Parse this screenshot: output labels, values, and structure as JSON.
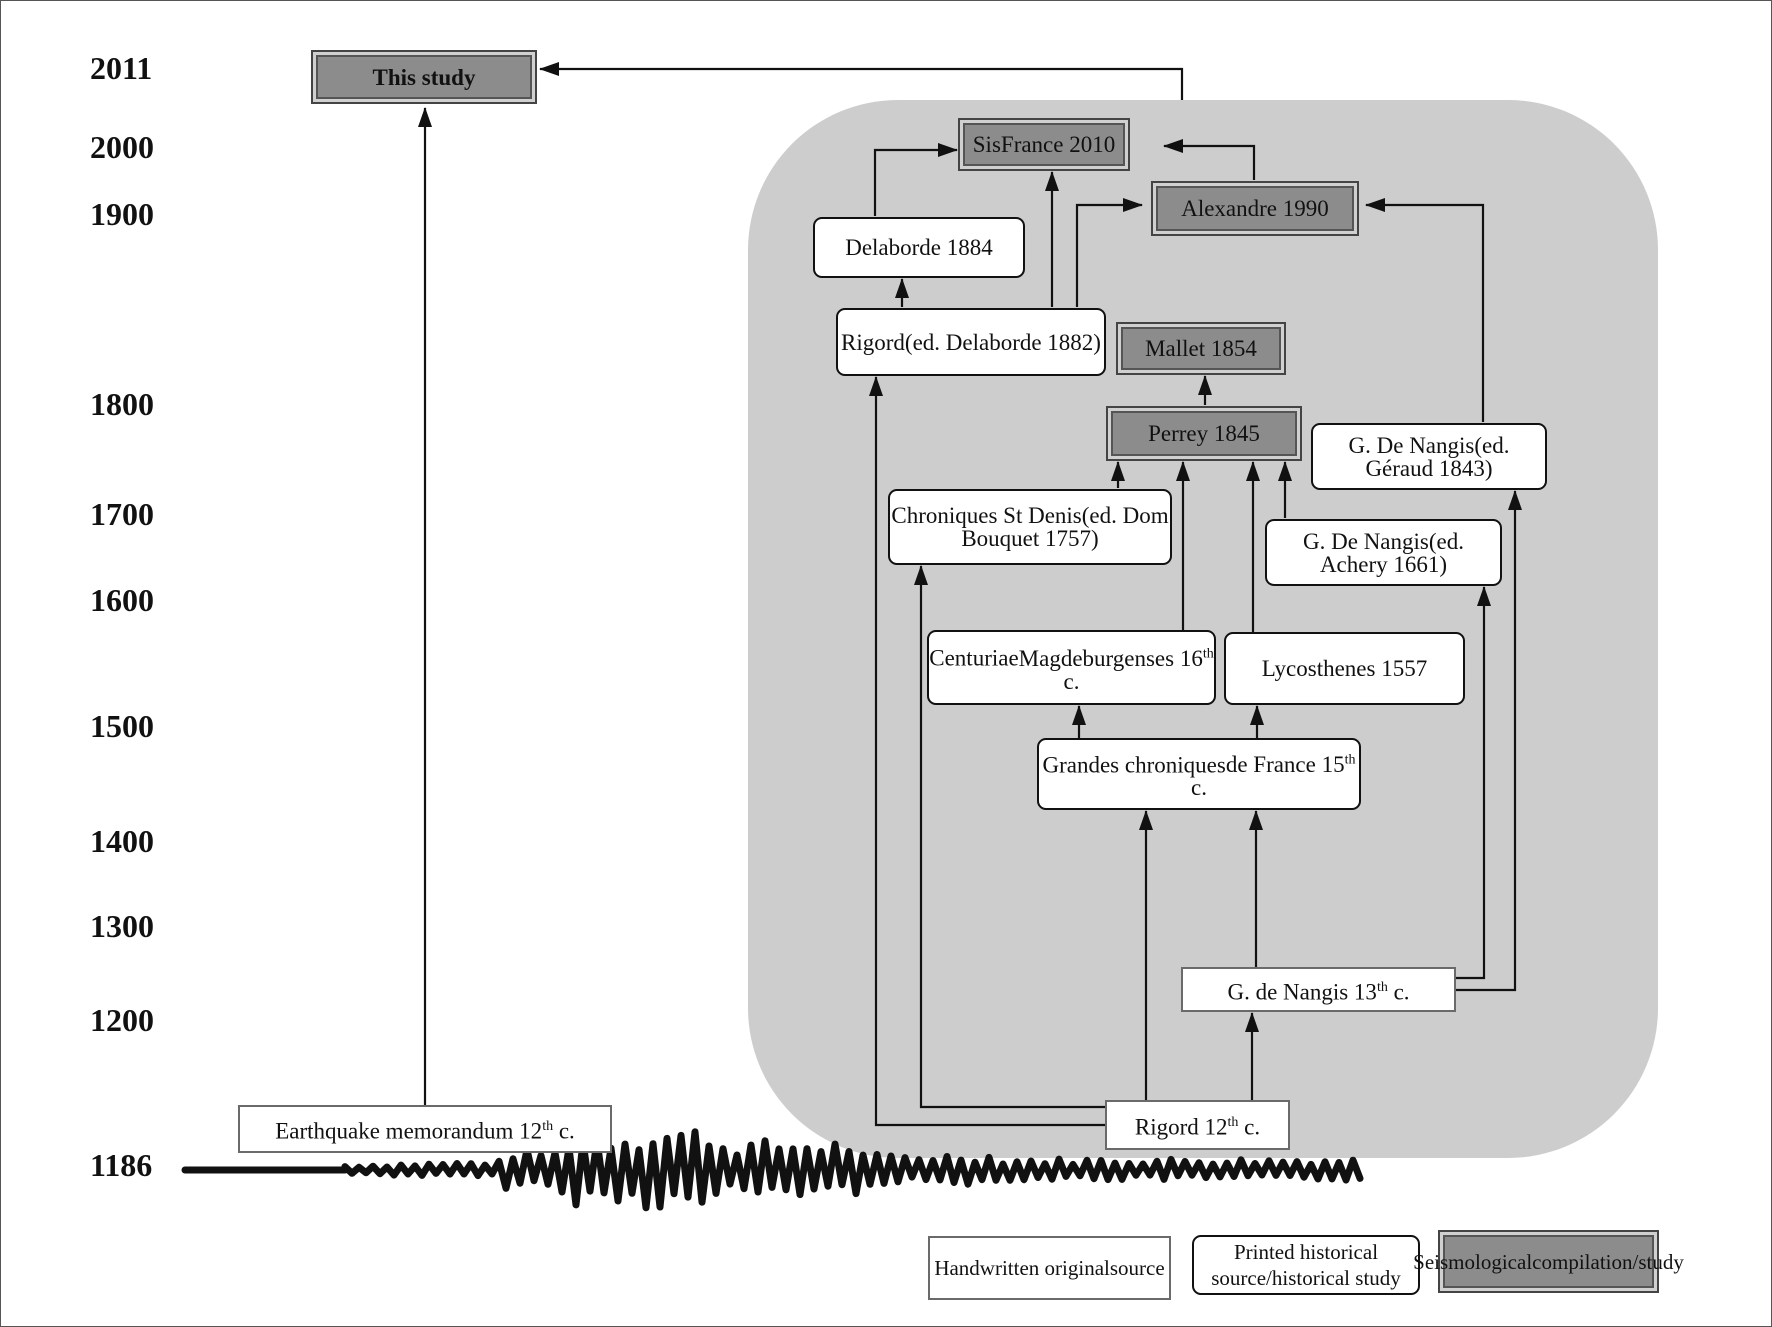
{
  "years": {
    "y2011": "2011",
    "y2000": "2000",
    "y1900": "1900",
    "y1800": "1800",
    "y1700": "1700",
    "y1600": "1600",
    "y1500": "1500",
    "y1400": "1400",
    "y1300": "1300",
    "y1200": "1200",
    "y1186": "1186"
  },
  "nodes": {
    "this_study": "This study",
    "sisfrance": "SisFrance 2010",
    "alexandre": "Alexandre 1990",
    "delaborde": "Delaborde 1884",
    "rigord_ed": {
      "line1": "Rigord",
      "line2": "(ed. Delaborde 1882)"
    },
    "mallet": "Mallet 1854",
    "perrey": "Perrey 1845",
    "nangis_geraud": {
      "line1": "G. De Nangis",
      "line2": "(ed. Géraud 1843)"
    },
    "chroniques": {
      "line1": "Chroniques St Denis",
      "line2": "(ed. Dom Bouquet 1757)"
    },
    "nangis_achery": {
      "line1": "G. De Nangis",
      "line2": "(ed. Achery 1661)"
    },
    "centuriae": {
      "line1": "Centuriae",
      "line2_pre": "Magdeburgenses 16",
      "line2_sup": "th",
      "line2_post": " c."
    },
    "lycosthenes": "Lycosthenes 1557",
    "grandes": {
      "line1": "Grandes chroniques",
      "line2_pre": "de France 15",
      "line2_sup": "th",
      "line2_post": " c."
    },
    "nangis13": {
      "pre": "G. de Nangis 13",
      "sup": "th",
      "post": " c."
    },
    "rigord12": {
      "pre": "Rigord 12",
      "sup": "th",
      "post": " c."
    },
    "memorandum": {
      "pre": "Earthquake memorandum 12",
      "sup": "th",
      "post": " c."
    }
  },
  "legend": {
    "handwritten": {
      "line1": "Handwritten original",
      "line2": "source"
    },
    "printed": {
      "line1": "Printed historical source/",
      "line2": "historical study"
    },
    "seismological": {
      "line1": "Seismological",
      "line2": "compilation/study"
    }
  },
  "colors": {
    "panel": "#cdcdcd",
    "seismological_fill": "#8c8c8c",
    "line": "#111111"
  }
}
